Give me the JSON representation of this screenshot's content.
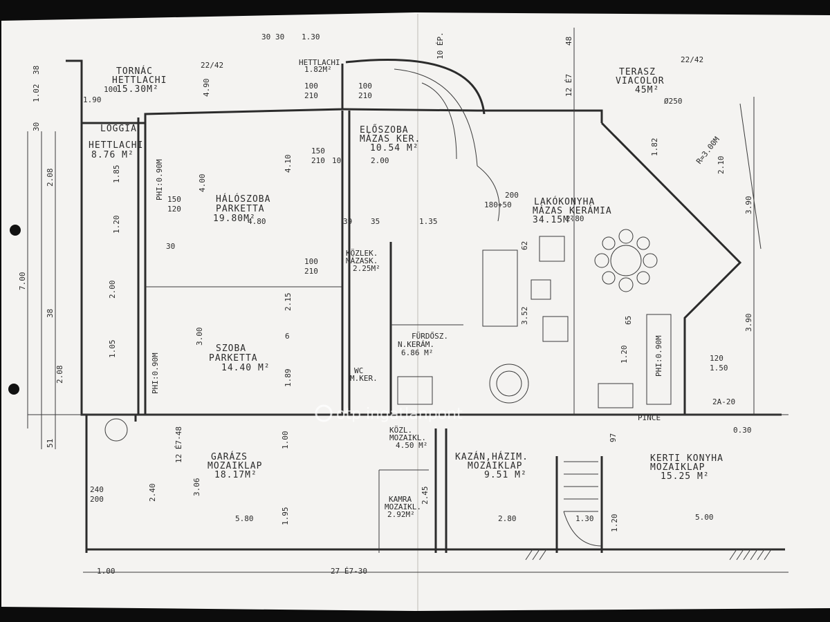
{
  "rooms": [
    {
      "name": "TORNÁC",
      "lines": [
        "HETTLACHI",
        "15.30M²"
      ]
    },
    {
      "name": "LOGGIA",
      "lines": [
        "HETTLACHI",
        "8.76 M²"
      ]
    },
    {
      "name": "HÁLÓSZOBA",
      "lines": [
        "PARKETTA",
        "19.80M²"
      ]
    },
    {
      "name": "ELŐSZOBA",
      "lines": [
        "MÁZAS KER.",
        "10.54 M²"
      ]
    },
    {
      "name": "TERASZ",
      "lines": [
        "VIACOLOR",
        "45M²"
      ]
    },
    {
      "name": "LAKÓKONYHA",
      "lines": [
        "MÁZAS KERÁMIA",
        "34.15M²"
      ]
    },
    {
      "name": "SZOBA",
      "lines": [
        "PARKETTA",
        "14.40 M²"
      ]
    },
    {
      "name": "KÖZLEK.",
      "lines": [
        "MÁZASK.",
        "2.25M²"
      ]
    },
    {
      "name": "FÜRDŐSZ.",
      "lines": [
        "N.KERÁM.",
        "6.86 M²"
      ]
    },
    {
      "name": "WC",
      "lines": [
        "M.KER."
      ]
    },
    {
      "name": "GARÁZS",
      "lines": [
        "MOZAIKLAP",
        "18.17M²"
      ]
    },
    {
      "name": "KÖZL.",
      "lines": [
        "MOZAIKL.",
        "4.50 M²"
      ]
    },
    {
      "name": "KAZÁN,HÁZIM.",
      "lines": [
        "MOZAIKLAP",
        "9.51 M²"
      ]
    },
    {
      "name": "KERTI KONYHA",
      "lines": [
        "MOZAIKLAP",
        "15.25 M²"
      ]
    },
    {
      "name": "KAMRA",
      "lines": [
        "MOZAIKL.",
        "2.92M²"
      ]
    },
    {
      "name": "HETTLACHI",
      "lines": [
        "1.82M²"
      ]
    }
  ],
  "dimensions": {
    "top": [
      "30",
      "30",
      "1.30",
      "10 ÉP.",
      "48",
      "12 É7",
      "22/42",
      "22/42"
    ],
    "left": [
      "7.00",
      "1.02",
      "38",
      "30",
      "2.08",
      "1.85",
      "1.20",
      "2.00",
      "1.05",
      "2.08",
      "38",
      "51"
    ],
    "interior": [
      "100",
      "210",
      "150",
      "120",
      "1.90",
      "4.90",
      "4.10",
      "4.00",
      "4.80",
      "2.80",
      "2.00",
      "30",
      "150",
      "210",
      "10",
      "35",
      "1.35",
      "39",
      "100",
      "210",
      "2.15",
      "1.89",
      "6",
      "5.80",
      "3.00",
      "2.80",
      "1.30",
      "1.00",
      "5.00",
      "1.95",
      "3.06",
      "2.40",
      "2.45",
      "3.90",
      "3.90",
      "2.10",
      "1.82",
      "0.30",
      "180+50",
      "200",
      "62",
      "3.52",
      "65",
      "1.20",
      "120",
      "1.50",
      "240",
      "200",
      "27 É7-30",
      "1.00",
      "2A-20",
      "R=3.00M",
      "Ø250",
      "PHI:0.90M",
      "PHI:0.90M",
      "PHI:0.90M",
      "12 É7-48",
      "97",
      "1.20",
      "PINCE"
    ]
  },
  "watermark": "otp ingatlanpont",
  "colors": {
    "paper": "#f4f3f1",
    "ink": "#2a2a2a",
    "background": "#0c0c0c"
  }
}
